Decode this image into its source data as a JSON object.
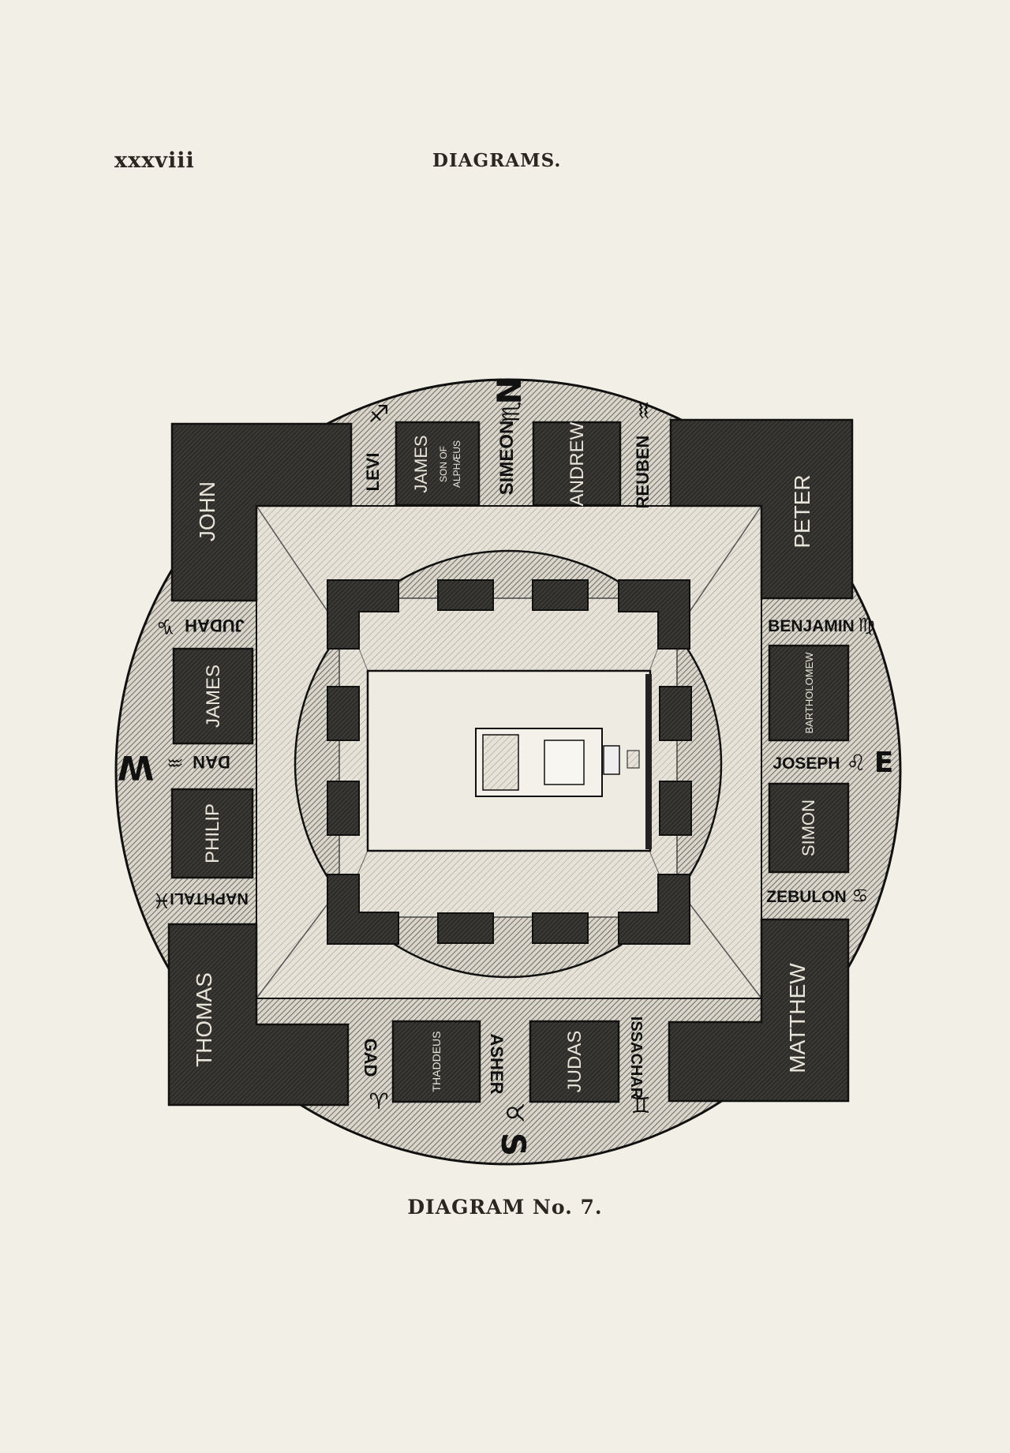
{
  "header": {
    "page_number": "xxxviii",
    "title": "DIAGRAMS."
  },
  "caption": "DIAGRAM No. 7.",
  "apostles": {
    "john": "JOHN",
    "peter": "PETER",
    "thomas": "THOMAS",
    "matthew": "MATTHEW",
    "james_alphaeus_name": "JAMES",
    "james_alphaeus_sub1": "SON OF",
    "james_alphaeus_sub2": "ALPHÆUS",
    "andrew": "ANDREW",
    "thaddeus": "THADDEUS",
    "judas": "JUDAS",
    "james": "JAMES",
    "philip": "PHILIP",
    "bartholomew": "BARTHOLOMEW",
    "simon": "SIMON"
  },
  "tribes": {
    "levi": "LEVI",
    "simeon": "SIMEON",
    "reuben": "REUBEN",
    "judah": "JUDAH",
    "dan": "DAN",
    "naphtali": "NAPHTALI",
    "benjamin": "BENJAMIN",
    "joseph": "JOSEPH",
    "zebulon": "ZEBULON",
    "gad": "GAD",
    "asher": "ASHER",
    "issachar": "ISSACHAR"
  },
  "signs": {
    "levi_sign": "♐",
    "simeon_sign": "♏",
    "reuben_sign": "♒",
    "judah_sign": "♑",
    "dan_sign": "♒",
    "naphtali_sign": "♓",
    "benjamin_sign": "♍",
    "joseph_sign": "♌",
    "zebulon_sign": "♋",
    "gad_sign": "♈",
    "asher_sign": "♉",
    "issachar_sign": "♊",
    "north_letter": "N",
    "east_letter": "E",
    "south_letter": "S",
    "west_letter": "W"
  },
  "colors": {
    "paper": "#f2efe6",
    "ink": "#111111",
    "dark_block": "#2f2d2a",
    "hatch_light": "#dcd8cd"
  }
}
